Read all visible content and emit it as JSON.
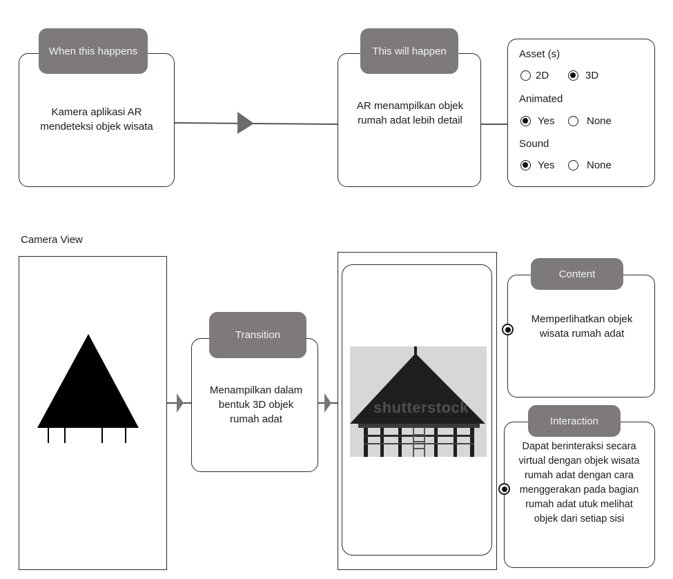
{
  "trigger": {
    "tag": "When this happens",
    "text": "Kamera aplikasi AR mendeteksi objek wisata"
  },
  "action": {
    "tag": "This will happen",
    "text": "AR menampilkan objek rumah adat lebih detail"
  },
  "options": {
    "asset_label": "Asset (s)",
    "asset_options": [
      {
        "label": "2D",
        "selected": false
      },
      {
        "label": "3D",
        "selected": true
      }
    ],
    "animated_label": "Animated",
    "animated_options": [
      {
        "label": "Yes",
        "selected": true
      },
      {
        "label": "None",
        "selected": false
      }
    ],
    "sound_label": "Sound",
    "sound_options": [
      {
        "label": "Yes",
        "selected": true
      },
      {
        "label": "None",
        "selected": false
      }
    ]
  },
  "camera_view": {
    "label": "Camera View"
  },
  "transition": {
    "tag": "Transition",
    "text": "Menampilkan dalam bentuk 3D objek rumah adat"
  },
  "preview": {
    "watermark": "shutterstock"
  },
  "content": {
    "tag": "Content",
    "text": "Memperlihatkan objek wisata rumah adat"
  },
  "interaction": {
    "tag": "Interaction",
    "text": "Dapat berinteraksi secara virtual dengan objek wisata rumah adat dengan cara menggerakan pada bagian rumah adat utuk melihat objek dari setiap sisi"
  },
  "colors": {
    "tag_bg": "#7f7a7a",
    "line": "#555555",
    "stroke": "#2a2a2a"
  }
}
